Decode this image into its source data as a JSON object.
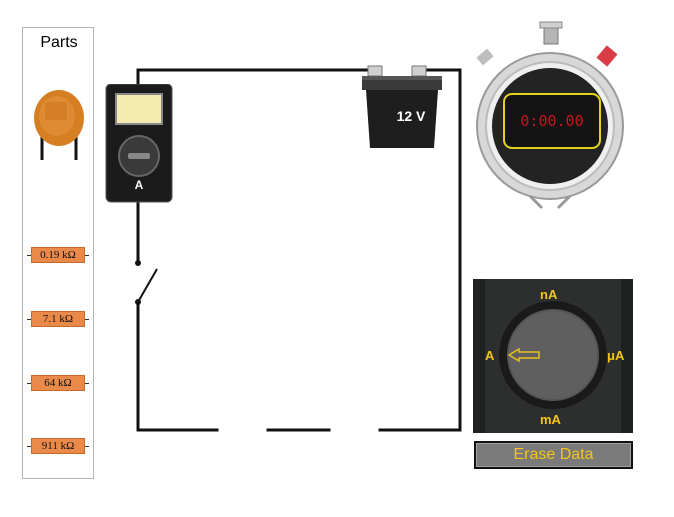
{
  "parts": {
    "title": "Parts",
    "resistors": [
      {
        "label": "0.19 kΩ"
      },
      {
        "label": "7.1 kΩ"
      },
      {
        "label": "64 kΩ"
      },
      {
        "label": "911 kΩ"
      }
    ]
  },
  "battery": {
    "label": "12 V"
  },
  "ammeter": {
    "label": "A"
  },
  "stopwatch": {
    "time": "0:00.00"
  },
  "range_selector": {
    "options": {
      "na": "nA",
      "a": "A",
      "ua": "μA",
      "ma": "mA"
    },
    "selected": "A"
  },
  "erase_button": {
    "label": "Erase Data"
  },
  "colors": {
    "wire": "#111111",
    "accent_yellow": "#f2c618",
    "resistor_body": "#e9894a",
    "stopwatch_digits": "#c4171b"
  }
}
